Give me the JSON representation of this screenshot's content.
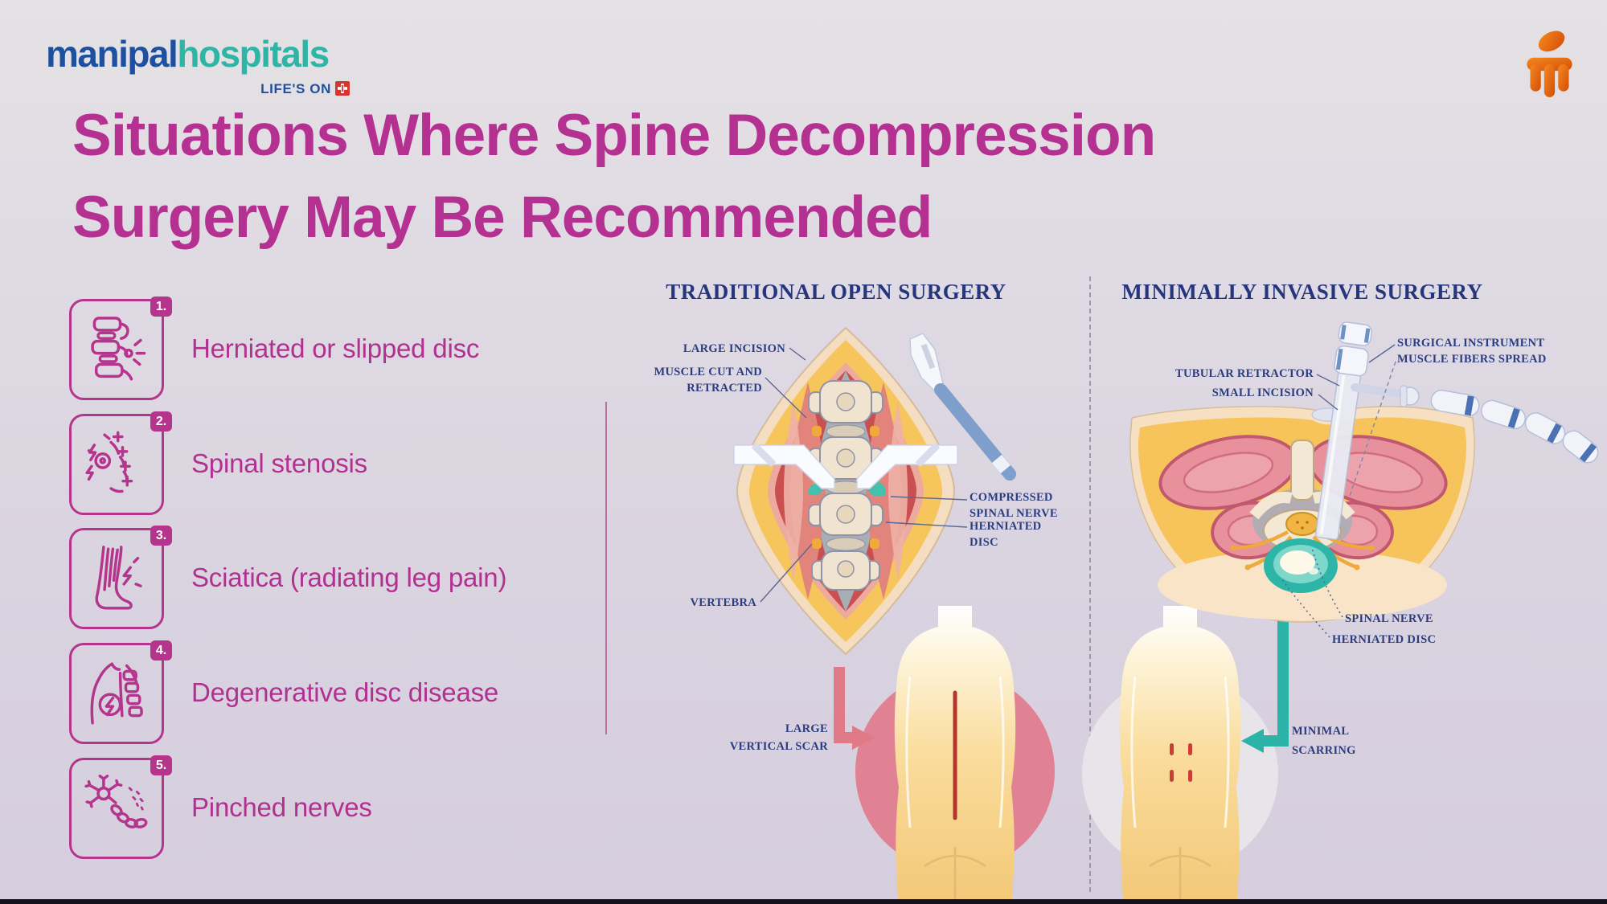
{
  "brand": {
    "name_part1": "manipal",
    "name_part2": "hospitals",
    "tagline": "LIFE'S ON"
  },
  "title": {
    "line1": "Situations Where Spine Decompression",
    "line2": "Surgery May Be Recommended"
  },
  "conditions": {
    "items": [
      {
        "number": "1.",
        "label": "Herniated or slipped disc",
        "icon": "herniated-disc-icon"
      },
      {
        "number": "2.",
        "label": "Spinal stenosis",
        "icon": "spinal-stenosis-icon"
      },
      {
        "number": "3.",
        "label": "Sciatica (radiating leg pain)",
        "icon": "sciatica-leg-icon"
      },
      {
        "number": "4.",
        "label": "Degenerative disc disease",
        "icon": "degenerative-disc-icon"
      },
      {
        "number": "5.",
        "label": "Pinched nerves",
        "icon": "pinched-nerves-icon"
      }
    ]
  },
  "traditional": {
    "heading": "TRADITIONAL OPEN SURGERY",
    "labels": {
      "large_incision": "LARGE INCISION",
      "muscle_cut": "MUSCLE CUT AND\nRETRACTED",
      "compressed_nerve": "COMPRESSED\nSPINAL NERVE",
      "herniated_disc": "HERNIATED\nDISC",
      "vertebra": "VERTEBRA",
      "scar": "LARGE\nVERTICAL SCAR"
    }
  },
  "minimally_invasive": {
    "heading": "MINIMALLY INVASIVE SURGERY",
    "labels": {
      "surgical_instrument": "SURGICAL INSTRUMENT",
      "muscle_fibers": "MUSCLE FIBERS SPREAD",
      "tubular_retractor": "TUBULAR RETRACTOR",
      "small_incision": "SMALL INCISION",
      "spinal_nerve": "SPINAL NERVE",
      "herniated_disc": "HERNIATED DISC",
      "scarring": "MINIMAL\nSCARRING"
    }
  },
  "colors": {
    "accent_magenta": "#b5348c",
    "title_magenta": "#b43191",
    "label_navy": "#2c3d7f",
    "brand_blue": "#1d509f",
    "brand_teal": "#2eb5a5",
    "cross_red": "#d6342c",
    "mark_orange": "#e65c12",
    "arrow_pink": "#e07a87",
    "arrow_teal": "#2ab3a6"
  }
}
